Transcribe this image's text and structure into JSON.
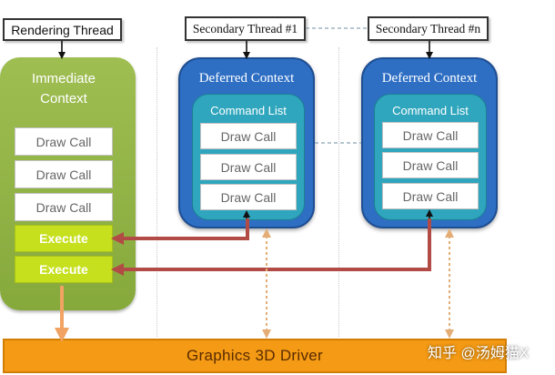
{
  "threads": {
    "rendering": "Rendering Thread",
    "secondary_1": "Secondary Thread #1",
    "secondary_n": "Secondary Thread #n"
  },
  "immediate_context": {
    "title_line1": "Immediate",
    "title_line2": "Context",
    "draw_calls": [
      "Draw Call",
      "Draw Call",
      "Draw Call"
    ],
    "executes": [
      "Execute",
      "Execute"
    ]
  },
  "deferred_contexts": [
    {
      "title": "Deferred Context",
      "command_list_title": "Command List",
      "draw_calls": [
        "Draw Call",
        "Draw Call",
        "Draw Call"
      ]
    },
    {
      "title": "Deferred Context",
      "command_list_title": "Command List",
      "draw_calls": [
        "Draw Call",
        "Draw Call",
        "Draw Call"
      ]
    }
  ],
  "driver": {
    "label": "Graphics 3D Driver"
  },
  "watermark": "知乎 @汤姆猫X",
  "colors": {
    "immediate_green": "#94b646",
    "execute_yellow_green": "#c6e01e",
    "deferred_blue": "#2e6fc4",
    "command_list_teal": "#2fa6bd",
    "driver_orange": "#f49a14",
    "execute_arrow_red": "#b24a45",
    "driver_arrow_orange": "#f0a362",
    "dotted_arrow_tan": "#e3ad75"
  }
}
